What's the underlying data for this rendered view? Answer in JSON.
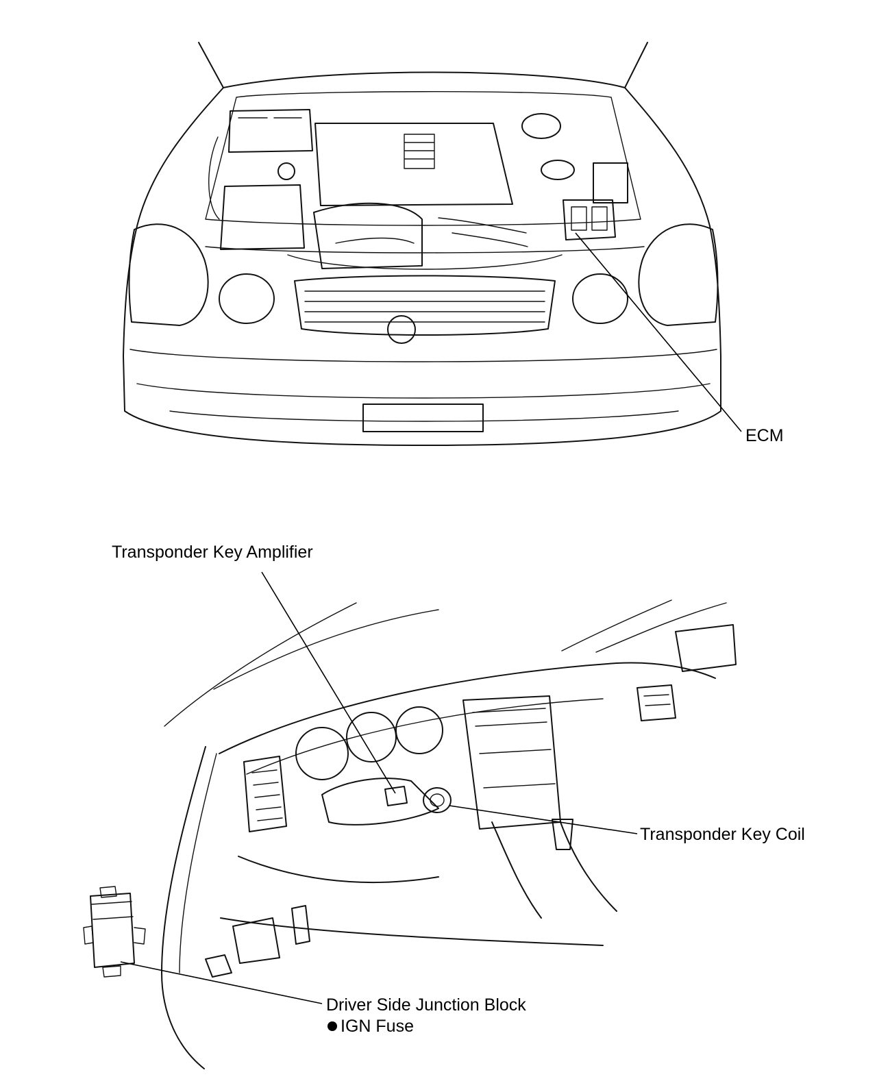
{
  "labels": {
    "ecm": "ECM",
    "transponder_key_amplifier": "Transponder Key Amplifier",
    "transponder_key_coil": "Transponder Key Coil",
    "driver_side_junction_block": "Driver Side Junction Block",
    "ign_fuse": "IGN Fuse"
  }
}
